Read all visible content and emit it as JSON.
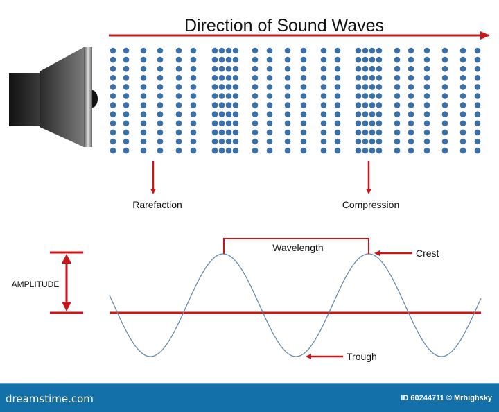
{
  "title": "Direction of Sound Waves",
  "labels": {
    "rarefaction": "Rarefaction",
    "compression": "Compression",
    "wavelength": "Wavelength",
    "crest": "Crest",
    "trough": "Trough",
    "amplitude": "AMPLITUDE"
  },
  "particles": {
    "rows": 12,
    "columns_description": "sparse-dense-sparse-dense-sparse"
  },
  "footer": {
    "brand": "dreamstime.com",
    "credit": "ID 60244711 © Mrhighsky"
  },
  "colors": {
    "accent_red": "#c8161d",
    "dot_blue": "#3b6fa8",
    "wave_line": "#6a8aa8",
    "footer_bg": "#1470a8"
  }
}
